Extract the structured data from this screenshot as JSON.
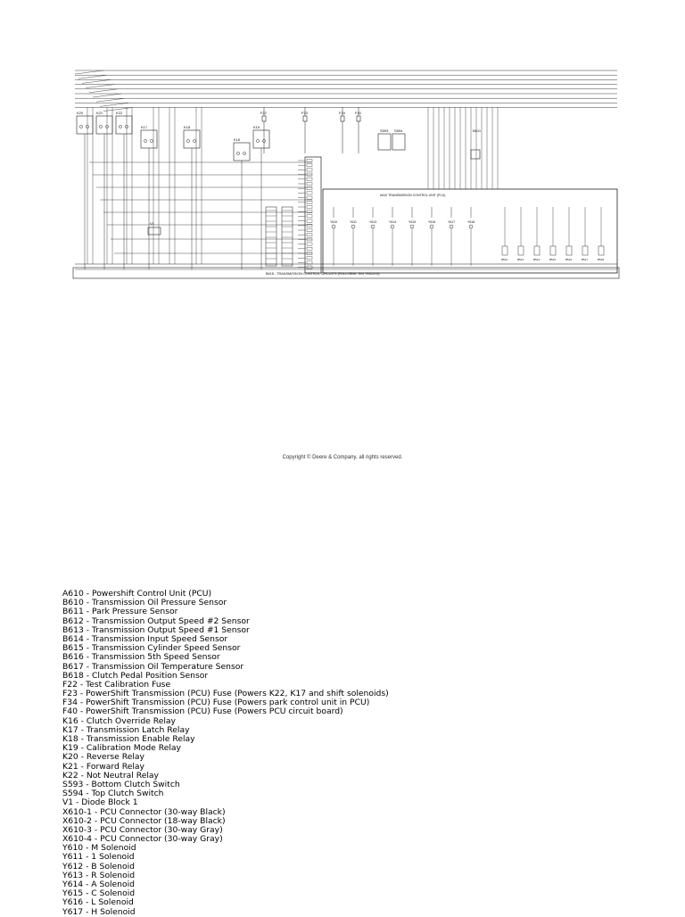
{
  "diagram": {
    "title": "B618 - TRANSMISSION CONTROL CIRCUITS (FULL/SEMI, S/N TRACKS)",
    "unit_label": "A610  TRANSMISSION CONTROL UNIT (PCU)",
    "components": [
      {
        "id": "K20",
        "name": "REVERSE RELAY"
      },
      {
        "id": "K21",
        "name": "FORWARD RELAY"
      },
      {
        "id": "K22",
        "name": "NOT NEUTRAL RELAY"
      },
      {
        "id": "K17",
        "name": "TRANSMISSION LATCH"
      },
      {
        "id": "K18",
        "name": "TRANSMISSION ENABLE"
      },
      {
        "id": "K16",
        "name": "CLUTCH OVERRIDE RELAY"
      },
      {
        "id": "K19",
        "name": "CALIBRATION MODE RELAY"
      },
      {
        "id": "F22",
        "name": ""
      },
      {
        "id": "F23",
        "name": ""
      },
      {
        "id": "F34",
        "name": ""
      },
      {
        "id": "F40",
        "name": ""
      },
      {
        "id": "S593",
        "name": "BOTTOM CLUTCH SWITCH"
      },
      {
        "id": "S594",
        "name": "TOP CLUTCH SWITCH"
      },
      {
        "id": "B611",
        "name": "PARK PRESSURE SENSOR"
      },
      {
        "id": "V1",
        "name": ""
      },
      {
        "id": "Y610",
        "name": ""
      },
      {
        "id": "Y611",
        "name": ""
      },
      {
        "id": "Y613",
        "name": ""
      },
      {
        "id": "Y614",
        "name": ""
      },
      {
        "id": "Y615",
        "name": ""
      },
      {
        "id": "Y616",
        "name": ""
      },
      {
        "id": "Y617",
        "name": ""
      },
      {
        "id": "Y618",
        "name": ""
      },
      {
        "id": "B612",
        "name": ""
      },
      {
        "id": "B613",
        "name": ""
      },
      {
        "id": "B614",
        "name": ""
      },
      {
        "id": "B615",
        "name": ""
      },
      {
        "id": "B616",
        "name": ""
      },
      {
        "id": "B617",
        "name": ""
      },
      {
        "id": "B618",
        "name": ""
      }
    ]
  },
  "copyright": "Copyright © Deere & Company, all rights reserved.",
  "legend": [
    "A610 - Powershift Control Unit (PCU)",
    "B610 - Transmission Oil Pressure Sensor",
    "B611 - Park Pressure Sensor",
    "B612 - Transmission Output Speed #2 Sensor",
    "B613 - Transmission Output Speed #1 Sensor",
    "B614 - Transmission Input Speed Sensor",
    "B615 - Transmission Cylinder Speed Sensor",
    "B616 - Transmission 5th Speed Sensor",
    "B617 - Transmission Oil Temperature Sensor",
    "B618 - Clutch Pedal Position Sensor",
    "F22 - Test Calibration Fuse",
    "F23 - PowerShift Transmission (PCU) Fuse (Powers K22, K17 and shift solenoids)",
    "F34 - PowerShift Transmission (PCU) Fuse (Powers park control unit in PCU)",
    "F40 - PowerShift Transmission (PCU) Fuse (Powers PCU circuit board)",
    "K16 - Clutch Override Relay",
    "K17 - Transmission Latch Relay",
    "K18 - Transmission Enable Relay",
    "K19 - Calibration Mode Relay",
    "K20 - Reverse Relay",
    "K21 - Forward Relay",
    "K22 - Not Neutral Relay",
    "S593 - Bottom Clutch Switch",
    "S594 - Top Clutch Switch",
    "V1 - Diode Block 1",
    "X610-1 - PCU Connector (30-way Black)",
    "X610-2 - PCU Connector (18-way Black)",
    "X610-3 - PCU Connector (30-way Gray)",
    "X610-4 - PCU Connector (30-way Gray)",
    "Y610 - M Solenoid",
    "Y611 - 1 Solenoid",
    "Y612 - B Solenoid",
    "Y613 - R Solenoid",
    "Y614 - A Solenoid",
    "Y615 - C Solenoid",
    "Y616 - L Solenoid",
    "Y617 - H Solenoid"
  ]
}
